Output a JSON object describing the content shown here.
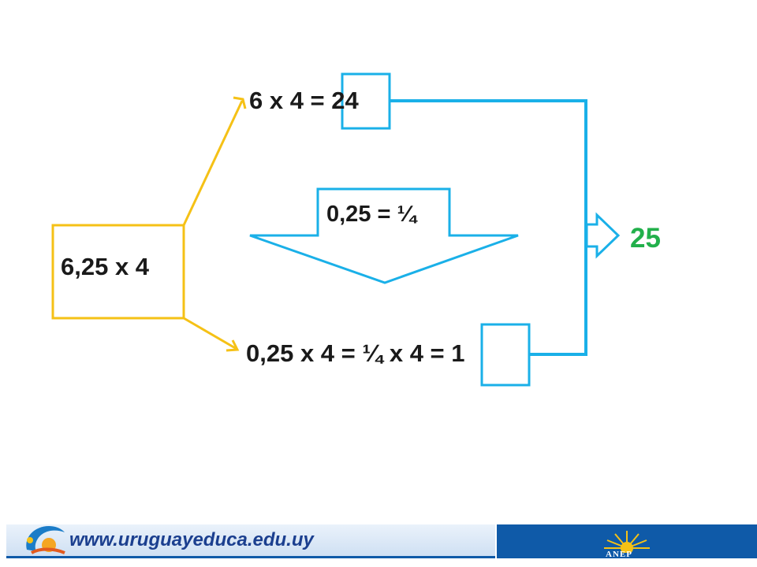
{
  "diagram": {
    "source_expression": "6,25 x 4",
    "top_equation": "6 x 4 = 24",
    "fraction_note": "0,25 = ¼",
    "bottom_equation": "0,25 x 4 = ¼ x 4 = 1",
    "result": "25"
  },
  "footer": {
    "website": "www.uruguayeduca.edu.uy",
    "agency_logo_text": "ANEP"
  },
  "colors": {
    "yellow_box": "#f5c116",
    "blue_lines": "#1ab0e8",
    "result_green": "#22b04b",
    "footer_blue": "#0f5aa8"
  },
  "icons": [
    "uruguayeduca-logo-icon",
    "anep-sun-logo-icon"
  ]
}
